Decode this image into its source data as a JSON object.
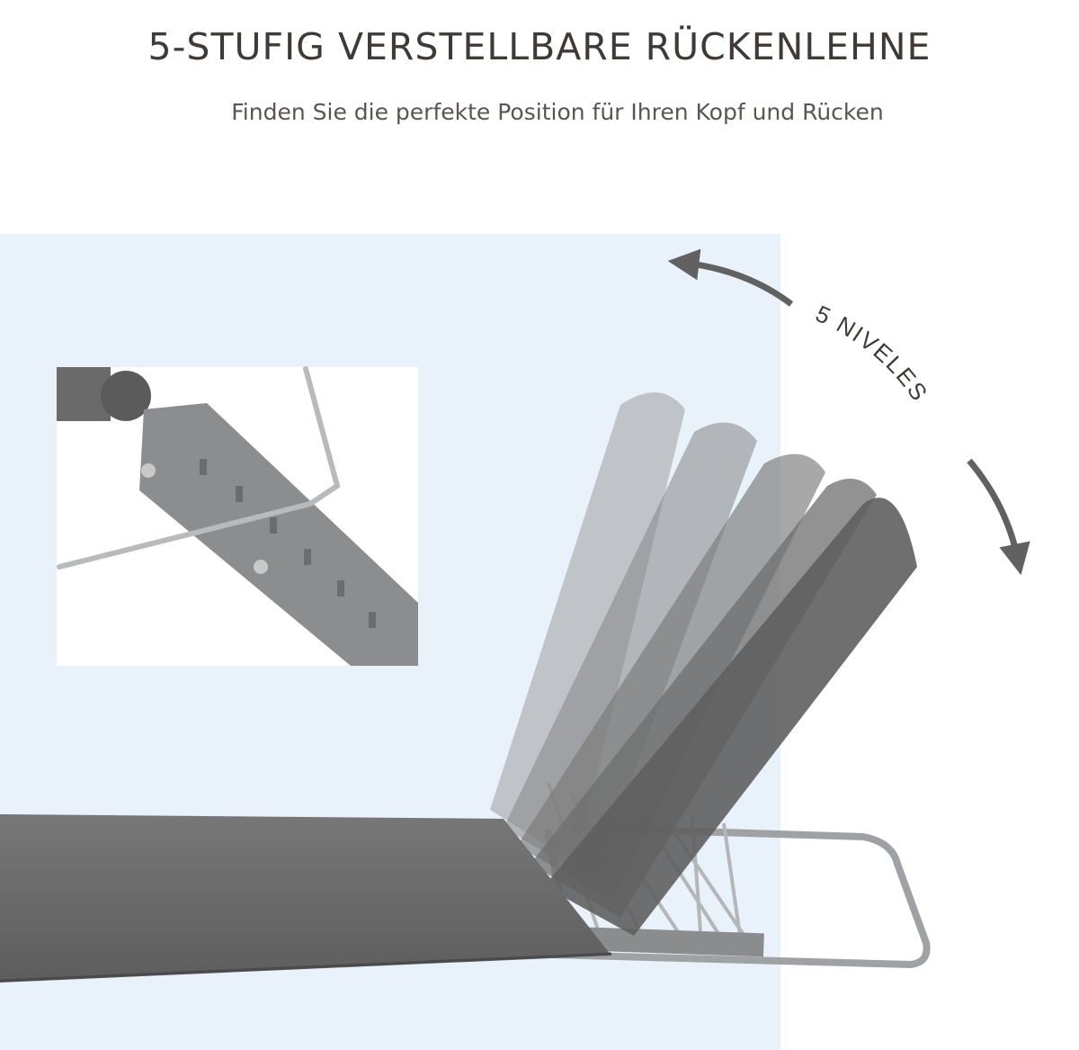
{
  "header": {
    "title": "5-STUFIG VERSTELLBARE RÜCKENLEHNE",
    "subtitle": "Finden Sie die perfekte Position für Ihren Kopf und Rücken"
  },
  "annotation": {
    "levels_label": "5 NIVELES",
    "arrow_color": "#616161"
  },
  "product": {
    "backrest_positions": 5,
    "fabric_color": "#6d6d6d",
    "frame_color": "#a7a9ab",
    "panel_color": "#e9f1fa"
  },
  "inset": {
    "icon": "hinge-bracket-closeup"
  }
}
